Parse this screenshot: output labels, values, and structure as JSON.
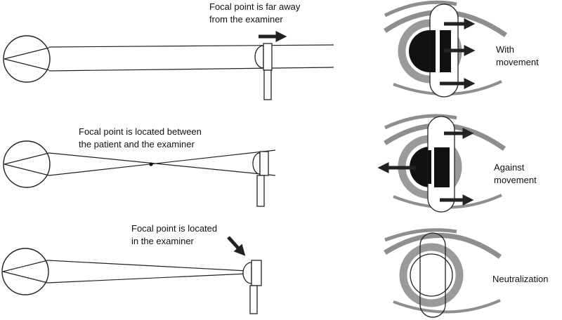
{
  "panels": [
    {
      "caption_lines": [
        "Focal point is far away",
        "from the examiner"
      ],
      "result_lines": [
        "With",
        "movement"
      ]
    },
    {
      "caption_lines": [
        "Focal point is located between",
        "the patient and the examiner"
      ],
      "result_lines": [
        "Against",
        "movement"
      ]
    },
    {
      "caption_lines": [
        "Focal point is located",
        "in the examiner"
      ],
      "result_lines": [
        "Neutralization"
      ]
    }
  ]
}
